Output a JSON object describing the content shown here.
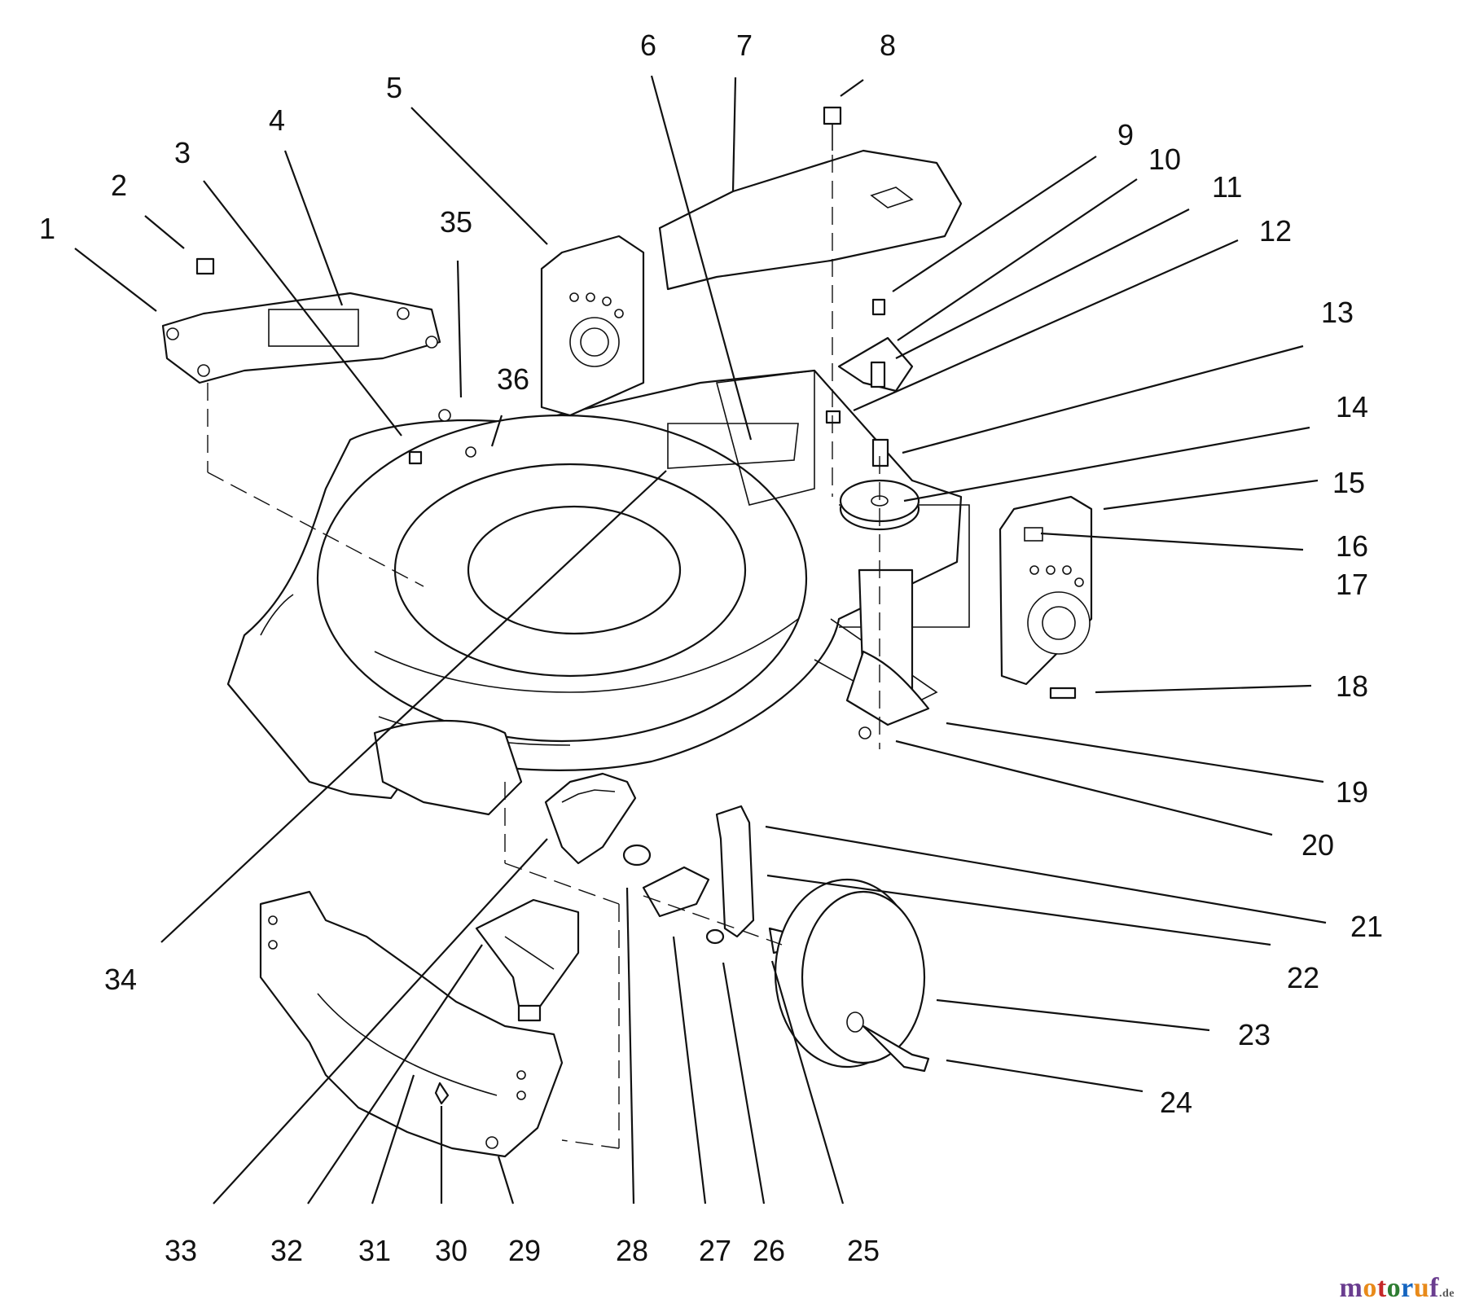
{
  "diagram": {
    "type": "exploded-parts-diagram",
    "callouts": [
      "1",
      "2",
      "3",
      "4",
      "5",
      "6",
      "7",
      "8",
      "9",
      "10",
      "11",
      "12",
      "13",
      "14",
      "15",
      "16",
      "17",
      "18",
      "19",
      "20",
      "21",
      "22",
      "23",
      "24",
      "25",
      "26",
      "27",
      "28",
      "29",
      "30",
      "31",
      "32",
      "33",
      "34",
      "35",
      "36"
    ]
  },
  "watermark": {
    "letters": [
      "m",
      "o",
      "t",
      "o",
      "r",
      "u",
      "f"
    ],
    "letter_colors": [
      "#6a3d8f",
      "#e88a1a",
      "#c62828",
      "#2e7d32",
      "#1565c0",
      "#e88a1a",
      "#6a3d8f"
    ],
    "tld": ".de"
  }
}
